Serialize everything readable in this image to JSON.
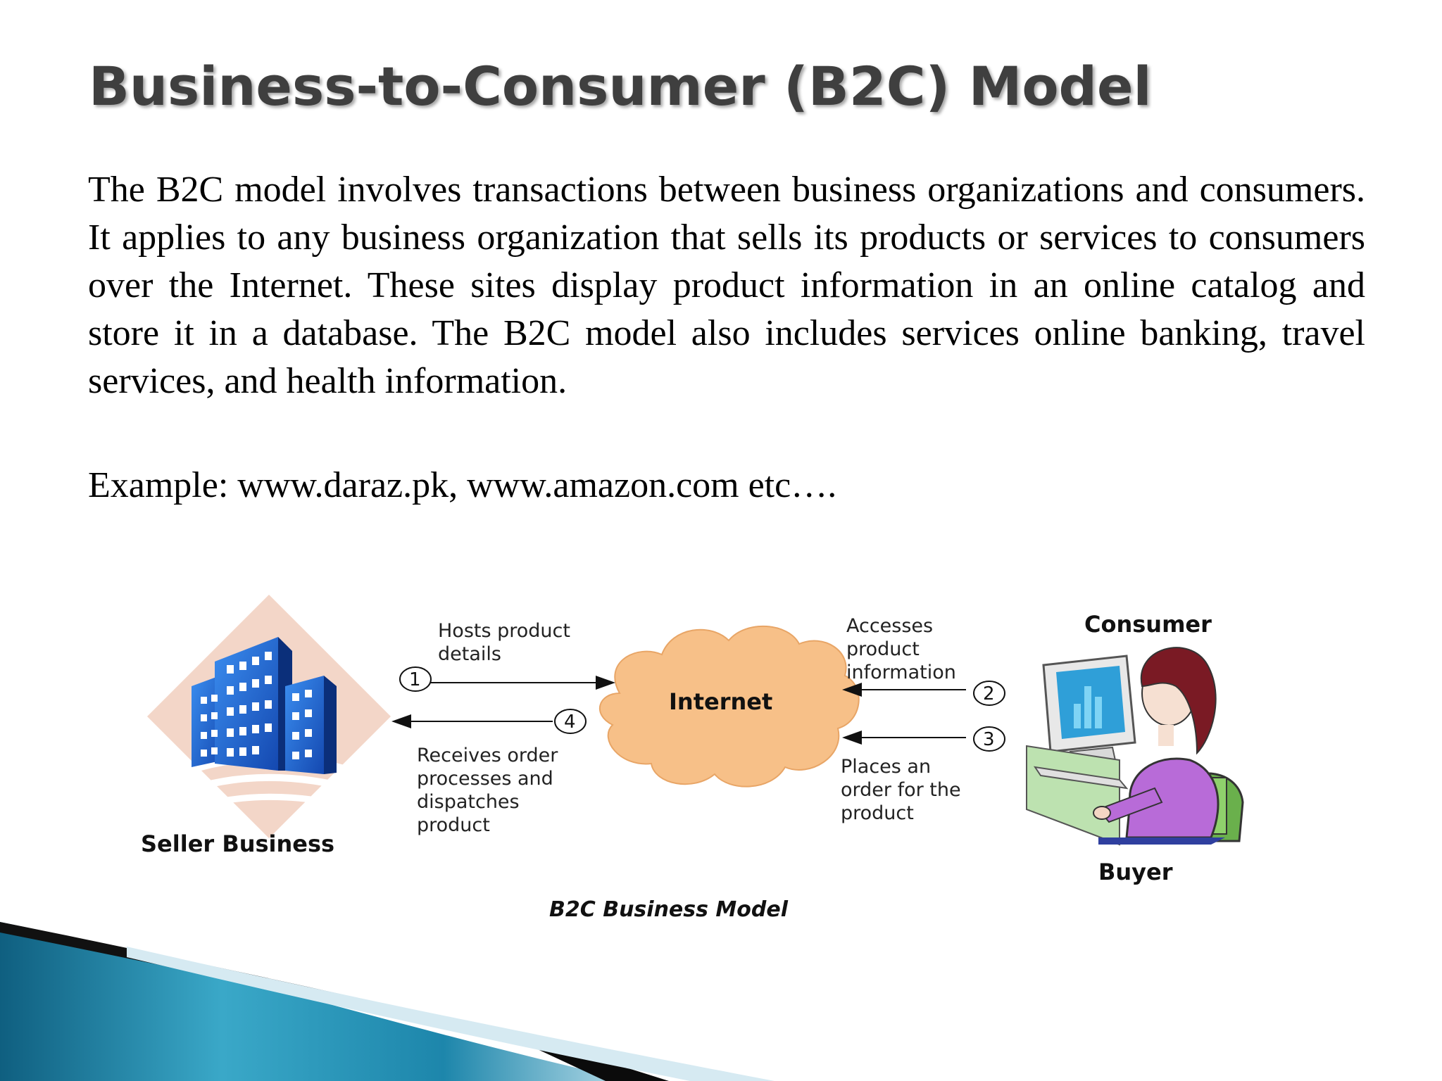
{
  "slide": {
    "title": "Business-to-Consumer (B2C) Model",
    "body": "The B2C model involves transactions between business organizations and consumers. It applies to  any  business organization  that  sells its products or  services to  consumers  over  the  Internet. These sites display product information in an online catalog and store it in a database. The B2C model also includes services online banking, travel services, and health information.",
    "example": "Example: www.daraz.pk, www.amazon.com etc…."
  },
  "diagram": {
    "seller_label": "Seller Business",
    "consumer_label": "Consumer",
    "buyer_label": "Buyer",
    "internet_label": "Internet",
    "caption": "B2C Business Model",
    "steps": {
      "s1": {
        "number": "1",
        "text_line1": "Hosts product",
        "text_line2": "details"
      },
      "s2": {
        "number": "2",
        "text_line1": "Accesses",
        "text_line2": "product",
        "text_line3": "information"
      },
      "s3": {
        "number": "3",
        "text_line1": "Places an",
        "text_line2": "order for the",
        "text_line3": "product"
      },
      "s4": {
        "number": "4",
        "text_line1": "Receives order",
        "text_line2": "processes and",
        "text_line3": "dispatches",
        "text_line4": "product"
      }
    }
  },
  "colors": {
    "title": "#3f3f3f",
    "cloud": "#f7c088",
    "building": "#1f6fd6",
    "accent_teal": "#1b7fa3"
  }
}
